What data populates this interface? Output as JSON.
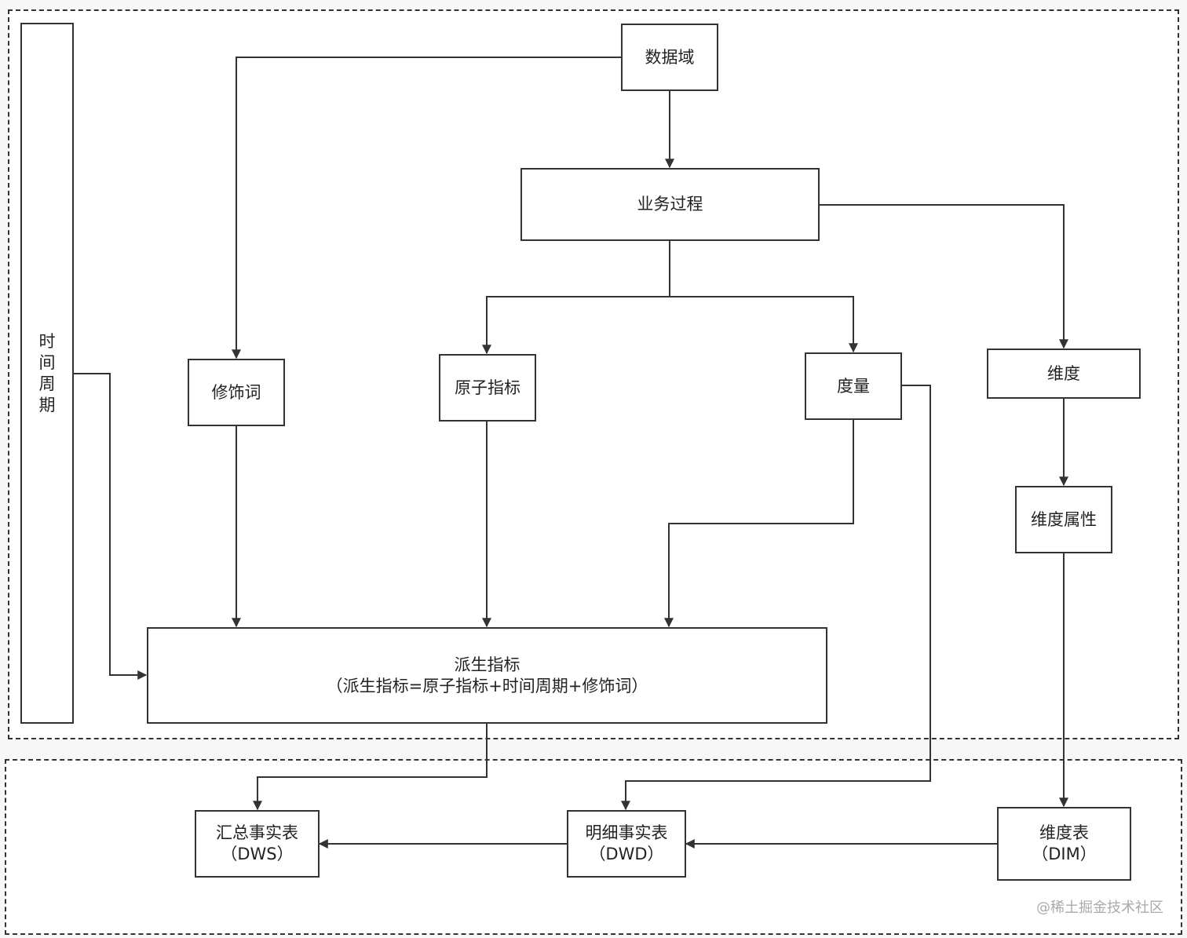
{
  "diagram": {
    "nodes": {
      "time_period": "时间周期",
      "data_domain": "数据域",
      "business_process": "业务过程",
      "modifier": "修饰词",
      "atomic_metric": "原子指标",
      "measure": "度量",
      "dimension": "维度",
      "dimension_attribute": "维度属性",
      "derived_metric": {
        "line1": "派生指标",
        "line2": "（派生指标=原子指标+时间周期+修饰词）"
      },
      "dws": {
        "line1": "汇总事实表",
        "line2": "（DWS）"
      },
      "dwd": {
        "line1": "明细事实表",
        "line2": "（DWD）"
      },
      "dim": {
        "line1": "维度表",
        "line2": "（DIM）"
      }
    },
    "edges": [
      {
        "from": "data_domain",
        "to": "business_process"
      },
      {
        "from": "data_domain",
        "to": "modifier"
      },
      {
        "from": "business_process",
        "to": "atomic_metric"
      },
      {
        "from": "business_process",
        "to": "measure"
      },
      {
        "from": "business_process",
        "to": "dimension"
      },
      {
        "from": "dimension",
        "to": "dimension_attribute"
      },
      {
        "from": "dimension_attribute",
        "to": "dim"
      },
      {
        "from": "modifier",
        "to": "derived_metric"
      },
      {
        "from": "atomic_metric",
        "to": "derived_metric"
      },
      {
        "from": "measure",
        "to": "derived_metric"
      },
      {
        "from": "time_period",
        "to": "derived_metric"
      },
      {
        "from": "derived_metric",
        "to": "dws"
      },
      {
        "from": "measure",
        "to": "dwd"
      },
      {
        "from": "dim",
        "to": "dwd"
      },
      {
        "from": "dwd",
        "to": "dws"
      }
    ],
    "colors": {
      "stroke": "#333333",
      "fill": "#ffffff",
      "background": "#f7f7f7"
    }
  },
  "watermark": "@稀土掘金技术社区"
}
